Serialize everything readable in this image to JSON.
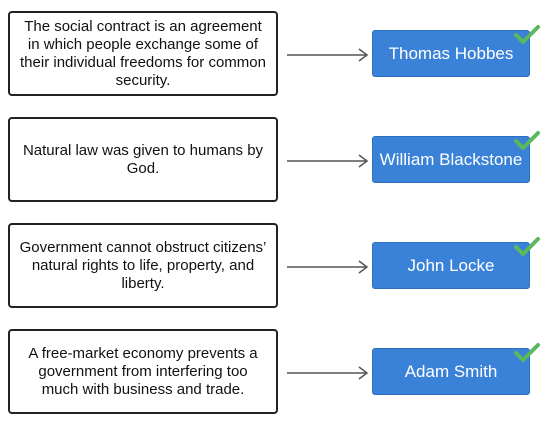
{
  "rows": [
    {
      "prompt": "The social contract is an agreement in which people exchange some of their individual freedoms for common security.",
      "answer": "Thomas Hobbes"
    },
    {
      "prompt": "Natural law was given to humans by God.",
      "answer": "William Blackstone"
    },
    {
      "prompt": "Government cannot obstruct citizens’ natural rights to life, property, and liberty.",
      "answer": "John Locke"
    },
    {
      "prompt": "A free-market economy prevents a government from interfering too much with business and trade.",
      "answer": "Adam Smith"
    }
  ],
  "icons": {
    "arrow": "arrow-right-icon",
    "check": "checkmark-icon"
  },
  "colors": {
    "answer_button": "#3a82d8",
    "checkmark": "#5cb85c",
    "arrow": "#555555",
    "prompt_border": "#222222"
  }
}
